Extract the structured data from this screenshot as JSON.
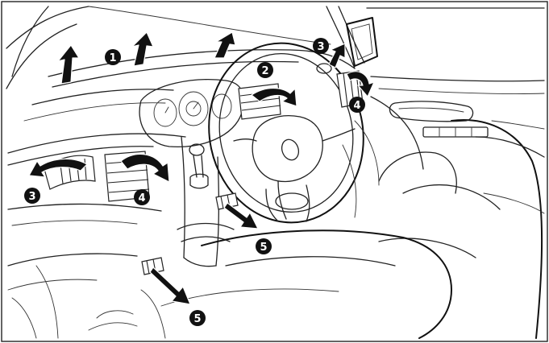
{
  "figure": {
    "callouts": [
      {
        "id": "callout-1",
        "number": "1"
      },
      {
        "id": "callout-2",
        "number": "2"
      },
      {
        "id": "callout-3-right",
        "number": "3"
      },
      {
        "id": "callout-4-right",
        "number": "4"
      },
      {
        "id": "callout-3-left",
        "number": "3"
      },
      {
        "id": "callout-4-left",
        "number": "4"
      },
      {
        "id": "callout-5-center",
        "number": "5"
      },
      {
        "id": "callout-5-lower",
        "number": "5"
      }
    ],
    "colors": {
      "line": "#222222",
      "badge": "#111111",
      "background": "#ffffff"
    }
  }
}
